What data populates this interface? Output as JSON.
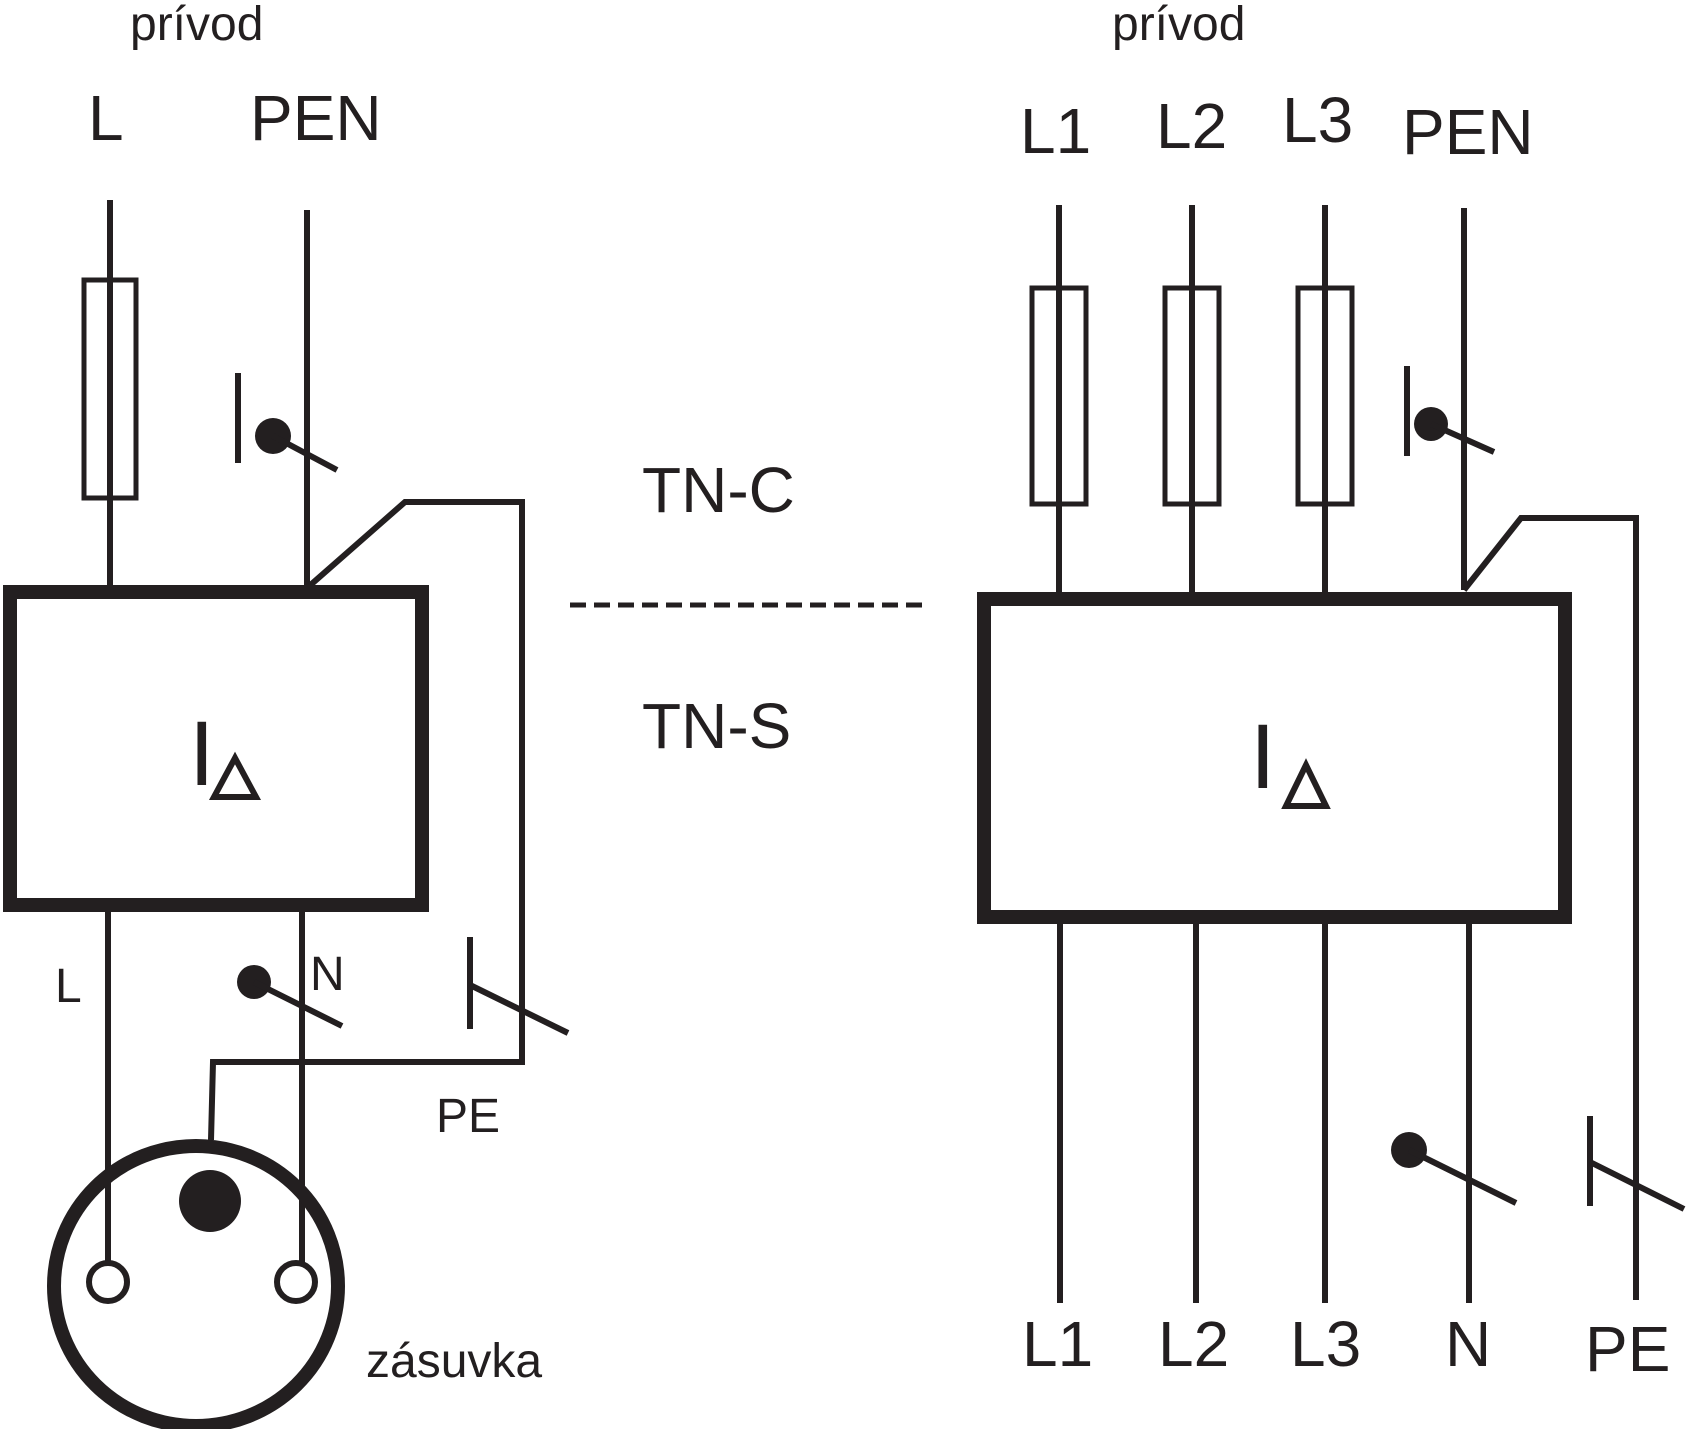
{
  "left": {
    "supply_title": "prívod",
    "supply_wires": [
      "L",
      "PEN"
    ],
    "rcd_symbol": "I",
    "outputs": [
      "L",
      "N",
      "PE"
    ],
    "socket_label": "zásuvka"
  },
  "middle": {
    "upper_system": "TN-C",
    "lower_system": "TN-S"
  },
  "right": {
    "supply_title": "prívod",
    "supply_wires": [
      "L1",
      "L2",
      "L3",
      "PEN"
    ],
    "rcd_symbol": "I",
    "outputs": [
      "L1",
      "L2",
      "L3",
      "N",
      "PE"
    ]
  }
}
